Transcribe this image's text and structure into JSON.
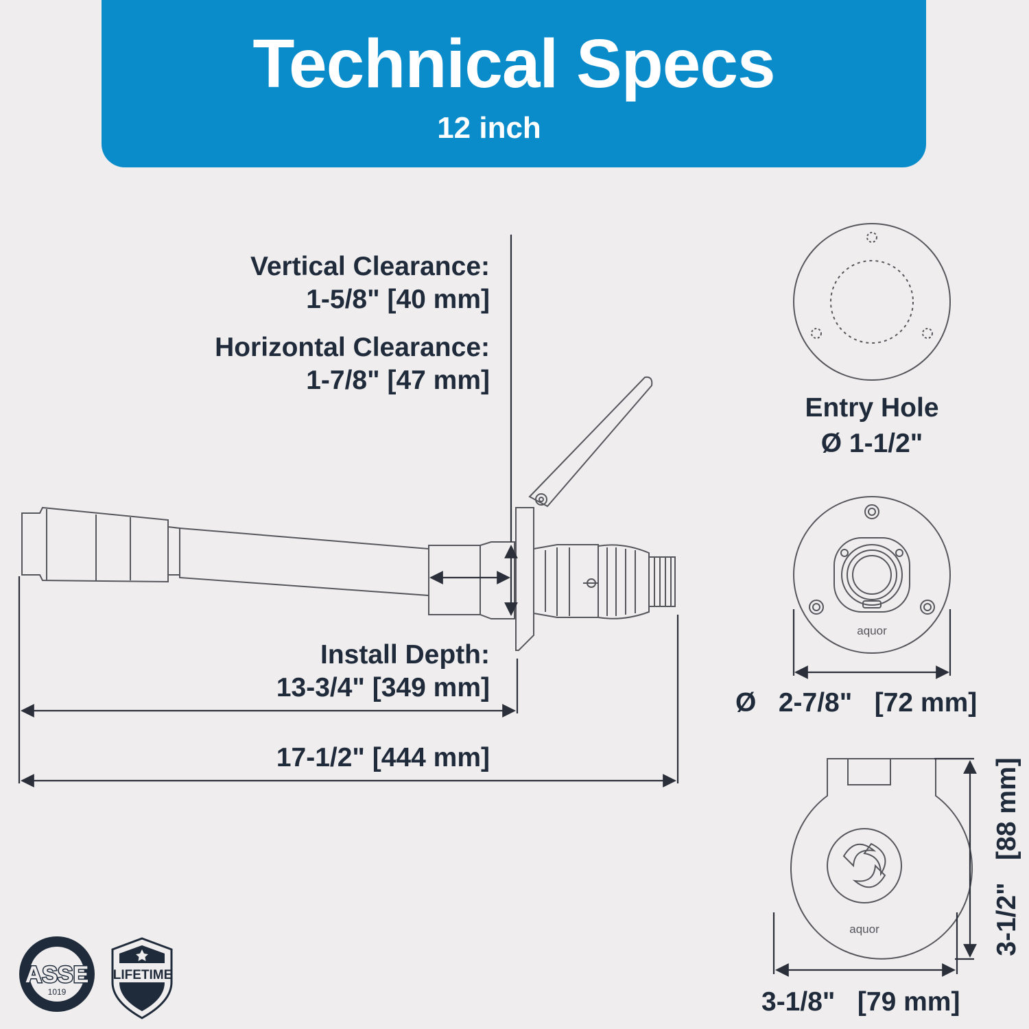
{
  "header": {
    "title": "Technical Specs",
    "subtitle": "12 inch"
  },
  "dimensions": {
    "vertical_clearance_label": "Vertical Clearance:",
    "vertical_clearance_value": "1-5/8\"  [40 mm]",
    "horizontal_clearance_label": "Horizontal Clearance:",
    "horizontal_clearance_value": "1-7/8\"  [47 mm]",
    "install_depth_label": "Install Depth:",
    "install_depth_value": "13-3/4\"  [349 mm]",
    "overall_length": "17-1/2\"  [444 mm]"
  },
  "entry_hole": {
    "label": "Entry Hole",
    "value": "Ø  1-1/2\""
  },
  "flange": {
    "diameter": "Ø   2-7/8\"   [72 mm]",
    "brand_mark": "aquor"
  },
  "cover": {
    "width": "3-1/8\"   [79 mm]",
    "height": "3-1/2\"   [88 mm]",
    "brand_mark": "aquor"
  },
  "badges": {
    "asse_text": "ASSE",
    "asse_number": "1019",
    "lifetime_text": "LIFETIME"
  },
  "colors": {
    "banner": "#0a8ccb",
    "background": "#efeded",
    "text": "#1f2a3a",
    "line": "#2b2f3a"
  }
}
